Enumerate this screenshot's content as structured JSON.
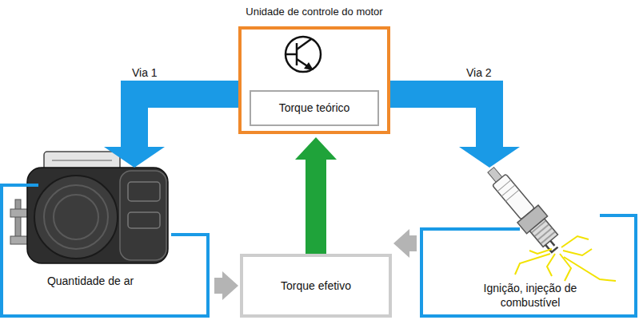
{
  "diagram": {
    "nodes": [
      {
        "text": [
          "Unidade de controle do motor"
        ]
      },
      {
        "text": [
          "Torque teórico"
        ],
        "in": 0
      },
      {
        "text": [
          "Quantidade de ar"
        ]
      },
      {
        "text": [
          "Torque efetivo"
        ]
      },
      {
        "text": [
          "Ignição, injeção de combustível"
        ]
      }
    ],
    "edges": [
      {
        "from": 0,
        "to": 2,
        "arrow": "to",
        "label": "Via 1"
      },
      {
        "from": 0,
        "to": 4,
        "arrow": "to",
        "label": "Via 2"
      },
      {
        "from": 3,
        "to": 0,
        "arrow": "to"
      },
      {
        "from": 2,
        "to": 3,
        "arrow": "to"
      },
      {
        "from": 4,
        "to": 3,
        "arrow": "to"
      }
    ]
  }
}
